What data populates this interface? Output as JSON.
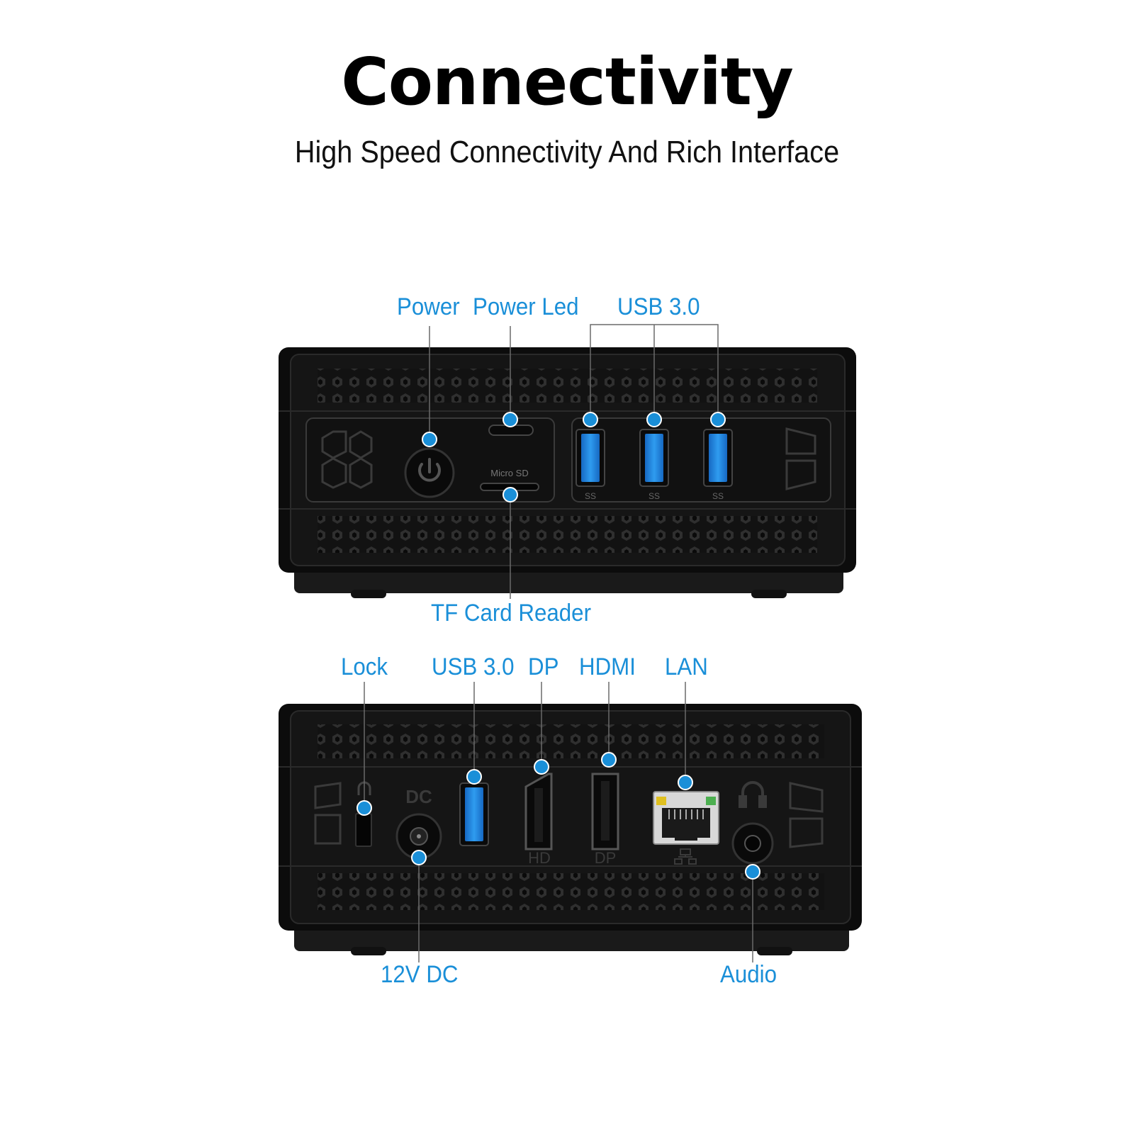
{
  "header": {
    "title": "Connectivity",
    "subtitle": "High Speed Connectivity And Rich Interface"
  },
  "colors": {
    "accent": "#1a8fd8",
    "device_body": "#121212",
    "usb_blue": "#1e7fd6"
  },
  "front_panel": {
    "labels": {
      "power": "Power",
      "power_led": "Power Led",
      "usb": "USB 3.0",
      "tf_card": "TF Card Reader"
    },
    "printed": {
      "micro_sd": "Micro SD",
      "usb_ss": "SS"
    }
  },
  "rear_panel": {
    "labels": {
      "lock": "Lock",
      "usb": "USB 3.0",
      "dp": "DP",
      "hdmi": "HDMI",
      "lan": "LAN",
      "dc": "12V DC",
      "audio": "Audio"
    },
    "printed": {
      "dc": "DC",
      "hd": "HD",
      "dp": "DP"
    }
  }
}
